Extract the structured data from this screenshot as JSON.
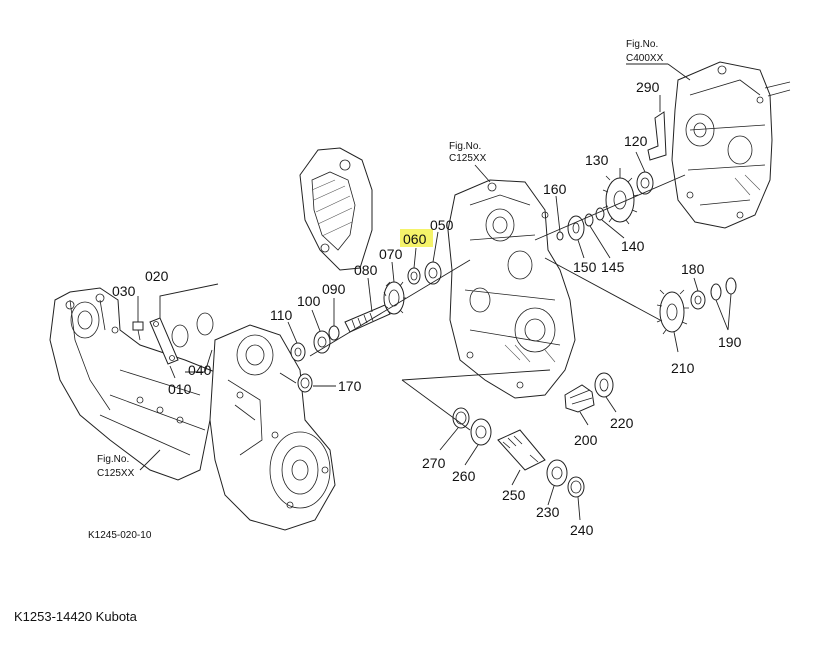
{
  "diagram": {
    "drawing_code": "K1245-020-10",
    "highlight_color": "#f5f36a",
    "figure_refs": [
      {
        "id": "c400",
        "label": "Fig.No.",
        "code": "C400XX"
      },
      {
        "id": "c125_top",
        "label": "Fig.No.",
        "code": "C125XX"
      },
      {
        "id": "c125_left",
        "label": "Fig.No.",
        "code": "C125XX"
      }
    ],
    "callouts": [
      {
        "id": "p010",
        "label": "010"
      },
      {
        "id": "p020",
        "label": "020"
      },
      {
        "id": "p030",
        "label": "030"
      },
      {
        "id": "p040",
        "label": "040"
      },
      {
        "id": "p050",
        "label": "050"
      },
      {
        "id": "p060",
        "label": "060",
        "highlighted": true
      },
      {
        "id": "p070",
        "label": "070"
      },
      {
        "id": "p080",
        "label": "080"
      },
      {
        "id": "p090",
        "label": "090"
      },
      {
        "id": "p100",
        "label": "100"
      },
      {
        "id": "p110",
        "label": "110"
      },
      {
        "id": "p120",
        "label": "120"
      },
      {
        "id": "p130",
        "label": "130"
      },
      {
        "id": "p140",
        "label": "140"
      },
      {
        "id": "p145",
        "label": "145"
      },
      {
        "id": "p150",
        "label": "150"
      },
      {
        "id": "p160",
        "label": "160"
      },
      {
        "id": "p170",
        "label": "170"
      },
      {
        "id": "p180",
        "label": "180"
      },
      {
        "id": "p190",
        "label": "190"
      },
      {
        "id": "p200",
        "label": "200"
      },
      {
        "id": "p210",
        "label": "210"
      },
      {
        "id": "p220",
        "label": "220"
      },
      {
        "id": "p230",
        "label": "230"
      },
      {
        "id": "p240",
        "label": "240"
      },
      {
        "id": "p250",
        "label": "250"
      },
      {
        "id": "p260",
        "label": "260"
      },
      {
        "id": "p270",
        "label": "270"
      },
      {
        "id": "p290",
        "label": "290"
      }
    ]
  },
  "caption": "K1253-14420 Kubota"
}
